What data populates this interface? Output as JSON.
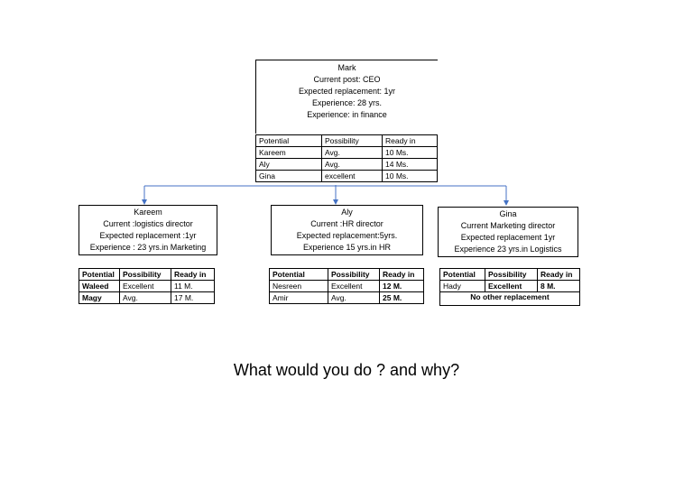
{
  "root": {
    "lines": [
      "Mark",
      "Current post: CEO",
      "Expected replacement: 1yr",
      "Experience: 28 yrs.",
      "Experience: in finance"
    ],
    "table": {
      "headers": [
        "Potential",
        "Possibility",
        "Ready in"
      ],
      "rows": [
        [
          "Kareem",
          "Avg.",
          "10 Ms."
        ],
        [
          "Aly",
          "Avg.",
          "14 Ms."
        ],
        [
          "Gina",
          "excellent",
          "10 Ms."
        ]
      ]
    }
  },
  "children": [
    {
      "lines": [
        "Kareem",
        "Current :logistics director",
        "Expected replacement :1yr",
        "Experience : 23 yrs.in Marketing"
      ],
      "table": {
        "headers": [
          "Potential",
          "Possibility",
          "Ready in"
        ],
        "rows": [
          [
            "Waleed",
            "Excellent",
            "11 M."
          ],
          [
            "Magy",
            "Avg.",
            "17 M."
          ]
        ]
      }
    },
    {
      "lines": [
        "Aly",
        "Current :HR director",
        "Expected replacement:5yrs.",
        "Experience 15 yrs.in HR"
      ],
      "table": {
        "headers": [
          "Potential",
          "Possibility",
          "Ready in"
        ],
        "rows": [
          [
            "Nesreen",
            "Excellent",
            "12 M."
          ],
          [
            "Amir",
            "Avg.",
            "25 M."
          ]
        ]
      }
    },
    {
      "lines": [
        "Gina",
        "Current Marketing director",
        "Expected replacement 1yr",
        "Experience 23 yrs.in Logistics"
      ],
      "table": {
        "headers": [
          "Potential",
          "Possibility",
          "Ready in"
        ],
        "rows": [
          [
            "Hady",
            "Excellent",
            "8 M."
          ]
        ],
        "note": "No other replacement"
      }
    }
  ],
  "question": "What would you do ? and why?",
  "colors": {
    "connector": "#4472c4",
    "border": "#000000"
  }
}
